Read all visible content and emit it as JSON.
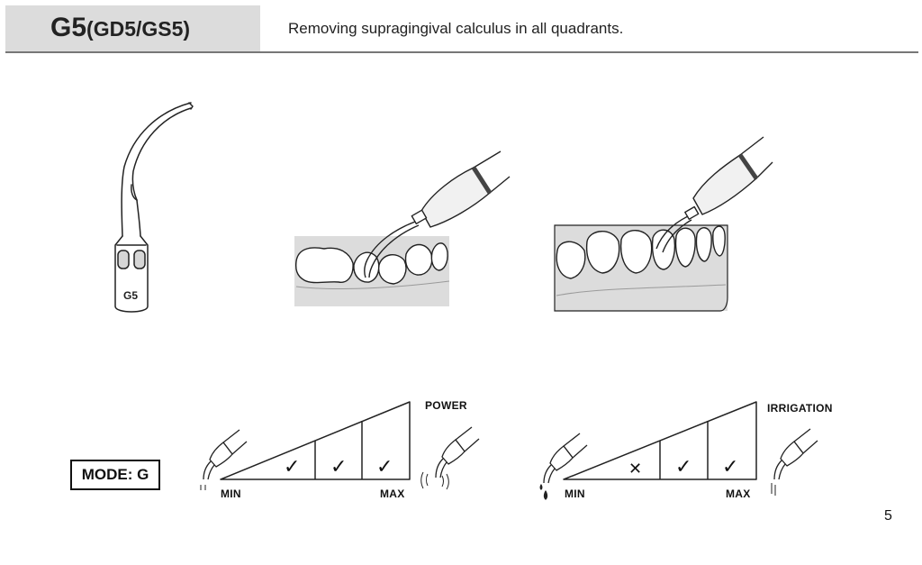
{
  "header": {
    "title_main": "G5",
    "title_sub": "(GD5/GS5)",
    "description": "Removing supragingival calculus in all quadrants."
  },
  "tip": {
    "engraving": "G5",
    "icon": "scaler-tip-icon"
  },
  "illustrations": [
    {
      "icon": "scaler-on-teeth-illustration"
    },
    {
      "icon": "scaler-on-teeth-illustration"
    }
  ],
  "mode": {
    "label": "MODE: G"
  },
  "power_scale": {
    "title": "POWER",
    "min_label": "MIN",
    "max_label": "MAX",
    "levels": [
      {
        "mark": ""
      },
      {
        "mark": "✓"
      },
      {
        "mark": "✓"
      },
      {
        "mark": "✓"
      }
    ],
    "selected_levels": 3
  },
  "irrigation_scale": {
    "title": "IRRIGATION",
    "min_label": "MIN",
    "max_label": "MAX",
    "levels": [
      {
        "mark": ""
      },
      {
        "mark": "✕"
      },
      {
        "mark": "✓"
      },
      {
        "mark": "✓"
      }
    ],
    "selected_levels": 2
  },
  "page": {
    "number": "5"
  }
}
